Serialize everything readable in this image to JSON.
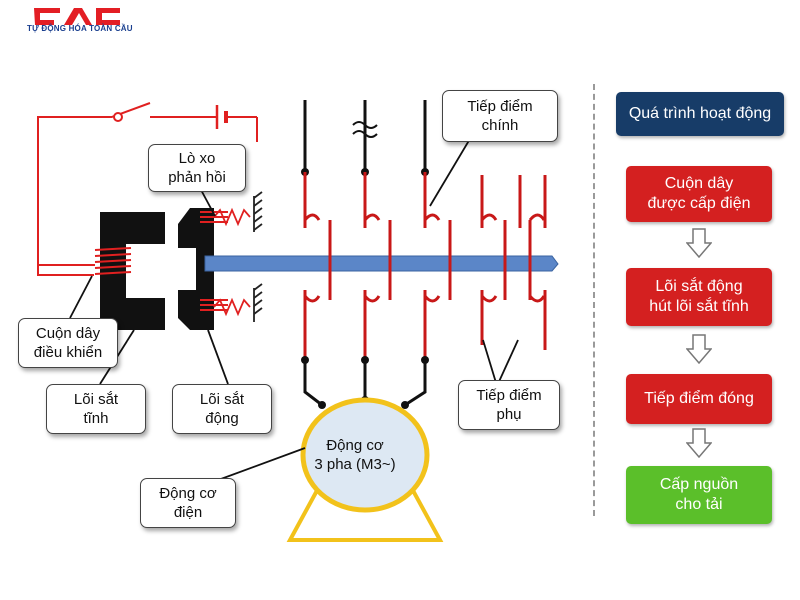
{
  "logo": {
    "letters": "GAC",
    "tagline": "TỰ ĐỘNG HÓA TOÀN CẦU",
    "colors": {
      "red": "#e31e24",
      "blue": "#1a3f8f"
    }
  },
  "callouts": {
    "spring": "Lò xo\nphản hồi",
    "main_contacts": "Tiếp điểm\nchính",
    "coil": "Cuộn dây\nđiều khiển",
    "fixed_core": "Lõi sắt\ntĩnh",
    "moving_core": "Lõi sắt\nđộng",
    "aux_contacts": "Tiếp điểm\nphụ",
    "motor": "Động cơ\nđiện"
  },
  "motor": {
    "label": "Động cơ\n3 pha (M3~)"
  },
  "process": {
    "title": "Quá trình hoạt động",
    "steps": [
      {
        "label": "Cuộn dây\nđược cấp điện",
        "color": "#d42020"
      },
      {
        "label": "Lõi sắt động\nhút lõi sắt tĩnh",
        "color": "#d42020"
      },
      {
        "label": "Tiếp điểm đóng",
        "color": "#d42020"
      },
      {
        "label": "Cấp nguồn\ncho tải",
        "color": "#5bbf2a"
      }
    ]
  },
  "colors": {
    "wire": "#e02020",
    "contact": "#c81818",
    "bar": "#5b86c8",
    "core": "#111111",
    "motor_outline": "#f2c21b",
    "title_box": "#173c68"
  }
}
